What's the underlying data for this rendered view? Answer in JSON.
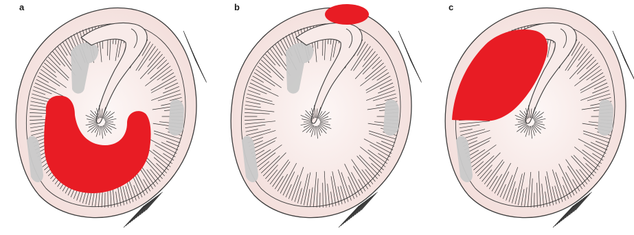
{
  "panels": [
    {
      "id": "a",
      "label": "a",
      "highlight": "ventral-horseshoe"
    },
    {
      "id": "b",
      "label": "b",
      "highlight": "dorsal-apex"
    },
    {
      "id": "c",
      "label": "c",
      "highlight": "anterior-lobe"
    }
  ],
  "colors": {
    "shell_fill": "#f6e6e4",
    "shell_center": "#fdf7f6",
    "outline": "#3b3b3b",
    "ridge": "#2c2c2c",
    "patch": "#c9c9c9",
    "highlight": "#e81c24"
  }
}
